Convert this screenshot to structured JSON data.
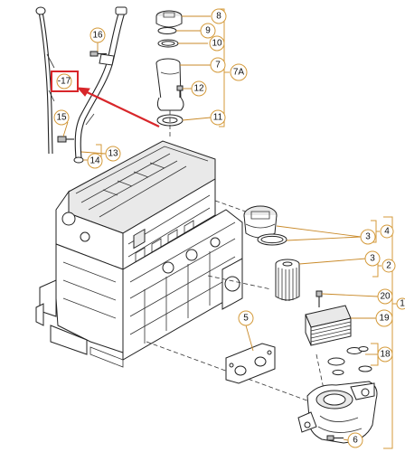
{
  "diagram": {
    "callouts": {
      "c8": "8",
      "c9": "9",
      "c10": "10",
      "c7": "7",
      "c7a": "7A",
      "c11": "11",
      "c16": "16",
      "c17": "-17",
      "c12": "12",
      "c15": "15",
      "c13": "13",
      "c14": "14",
      "c4": "4",
      "c3": "3",
      "c2": "2",
      "c1": "1",
      "c20": "20",
      "c19": "19",
      "c18": "18",
      "c5": "5",
      "c6": "6"
    },
    "colors": {
      "callout_ring": "#d49a3a",
      "highlight": "#d8262a",
      "line": "#222222"
    }
  }
}
